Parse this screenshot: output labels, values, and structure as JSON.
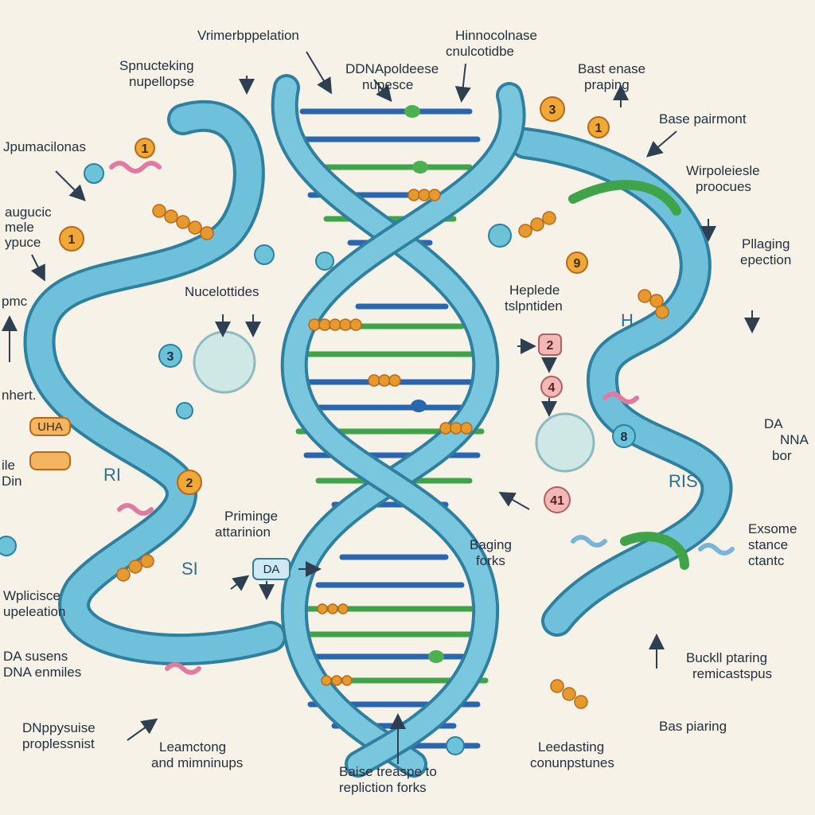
{
  "labels": {
    "top_center": [
      "Vrimerbppelation"
    ],
    "top_right": [
      "Hinnocolnase",
      "cnulcotidbe"
    ],
    "dna_poly": [
      "DDNApoldeese",
      "nupesce"
    ],
    "base_erase": [
      "Bast enase",
      "praping"
    ],
    "base_pairmont": [
      "Base pairmont"
    ],
    "splicing": [
      "Spnucteking",
      "nupellopse"
    ],
    "jpumacilonas": [
      "Jpumacilonas"
    ],
    "wirpole": [
      "Wirpoleiesle",
      "proocues"
    ],
    "left_top": [
      "augucic",
      "mele",
      "ypuce"
    ],
    "plaging": [
      "Pllaging",
      "epection"
    ],
    "nucleotides": [
      "Nucelottides"
    ],
    "heplede": [
      "Heplede",
      "tslpntiden"
    ],
    "pmc": [
      "pmc"
    ],
    "nhert": [
      "nhert."
    ],
    "ile_din": [
      "ile",
      "Din"
    ],
    "dna_bor": [
      "DA",
      "NNA",
      "bor"
    ],
    "priminge": [
      "Priminge",
      "attarinion"
    ],
    "baging": [
      "Baging",
      "forks"
    ],
    "exsome": [
      "Exsome",
      "stance",
      "ctantc"
    ],
    "wplicisce": [
      "Wplicisce",
      "upeleation"
    ],
    "da_susens": [
      "DA susens",
      "DNA enmiles"
    ],
    "buckll": [
      "Buckll ptaring",
      "remicastspus"
    ],
    "dnppy": [
      "DNppysuise",
      "proplessnist"
    ],
    "leamctong": [
      "Leamctong",
      "and mimninups"
    ],
    "bais_piaring": [
      "Bas piaring"
    ],
    "leedasting": [
      "Leedasting",
      "conunpstunes"
    ],
    "baise": [
      "Baise treaspe to",
      "repliction forks"
    ]
  },
  "badges": [
    "3",
    "1",
    "1",
    "1",
    "2",
    "2",
    "4",
    "41",
    "8",
    "3",
    "9"
  ],
  "tags": [
    "DA",
    "UHA"
  ],
  "ribbon_letters": [
    "RI",
    "RIS",
    "H",
    "SI"
  ],
  "colors": {
    "ribbon": "#5fb3cf",
    "ribbon_dark": "#2f7f9f",
    "rung_green": "#3fa34a",
    "rung_blue": "#2a66b0",
    "bead_orange": "#e69a2e",
    "badge_orange": "#f0a838",
    "badge_teal": "#6cc3d8",
    "badge_red": "#e9a0a0",
    "text": "#23303f",
    "background": "#f6f2e7"
  }
}
